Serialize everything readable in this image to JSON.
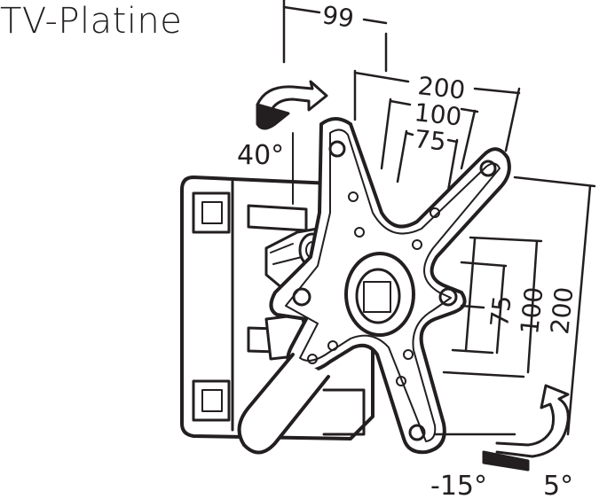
{
  "title": "TV-Platine",
  "dimensions": {
    "depth": "99",
    "horizontal": [
      "200",
      "100",
      "75"
    ],
    "vertical": [
      "75",
      "100",
      "200"
    ]
  },
  "angles": {
    "swivel": "40°",
    "tilt_down": "-15°",
    "tilt_up": "5°"
  },
  "colors": {
    "line": "#231f20",
    "background": "#ffffff"
  },
  "icons": [
    "rotation-arrow-icon",
    "tilt-arrow-icon"
  ]
}
